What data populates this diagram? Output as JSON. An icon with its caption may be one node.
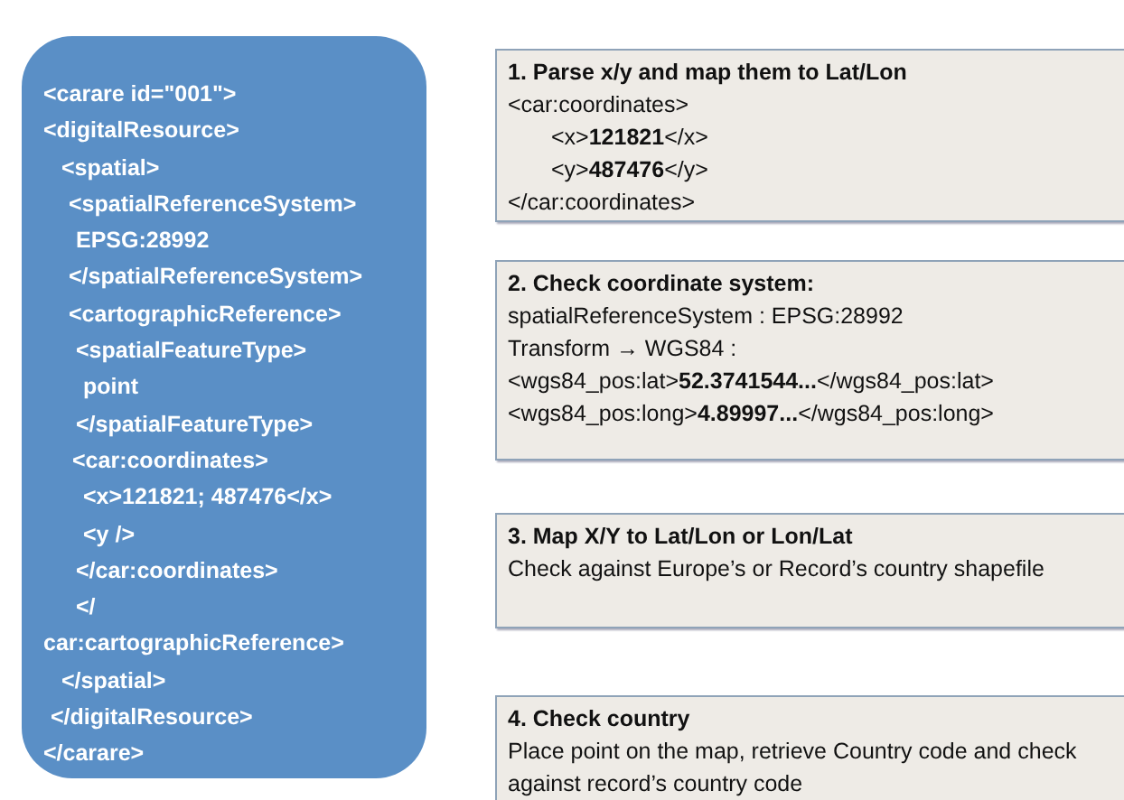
{
  "diagram": {
    "nodes": [
      {
        "text": [
          "<carare id=\"001\">",
          "<digitalResource>",
          "<spatial>",
          "<spatialReferenceSystem>",
          "EPSG:28992",
          "</spatialReferenceSystem>",
          "<cartographicReference>",
          "<spatialFeatureType>",
          "point",
          "</spatialFeatureType>",
          "<car:coordinates>",
          "<x>121821; 487476</x>",
          "<y />",
          "</car:coordinates>",
          "</ car:cartographicReference>",
          "</spatial>",
          "</digitalResource>",
          "</carare>"
        ]
      },
      {
        "text": [
          "1. Parse x/y and map them to Lat/Lon",
          "<car:coordinates>",
          "<x>**121821**</x>",
          "<y>**487476**</y>",
          "</car:coordinates>"
        ]
      },
      {
        "text": [
          "2. Check coordinate system:",
          "spatialReferenceSystem : EPSG:28992",
          "Transform → WGS84 :",
          "<wgs84_pos:lat>**52.3741544...**</wgs84_pos:lat>",
          "<wgs84_pos:long>**4.89997...**</wgs84_pos:long>"
        ]
      },
      {
        "text": [
          "3. Map X/Y to  Lat/Lon  or  Lon/Lat",
          "Check against Europe’s or Record’s country shapefile"
        ]
      },
      {
        "text": [
          "4. Check country",
          "Place point on the map, retrieve Country code and check against record’s country code"
        ]
      }
    ]
  }
}
